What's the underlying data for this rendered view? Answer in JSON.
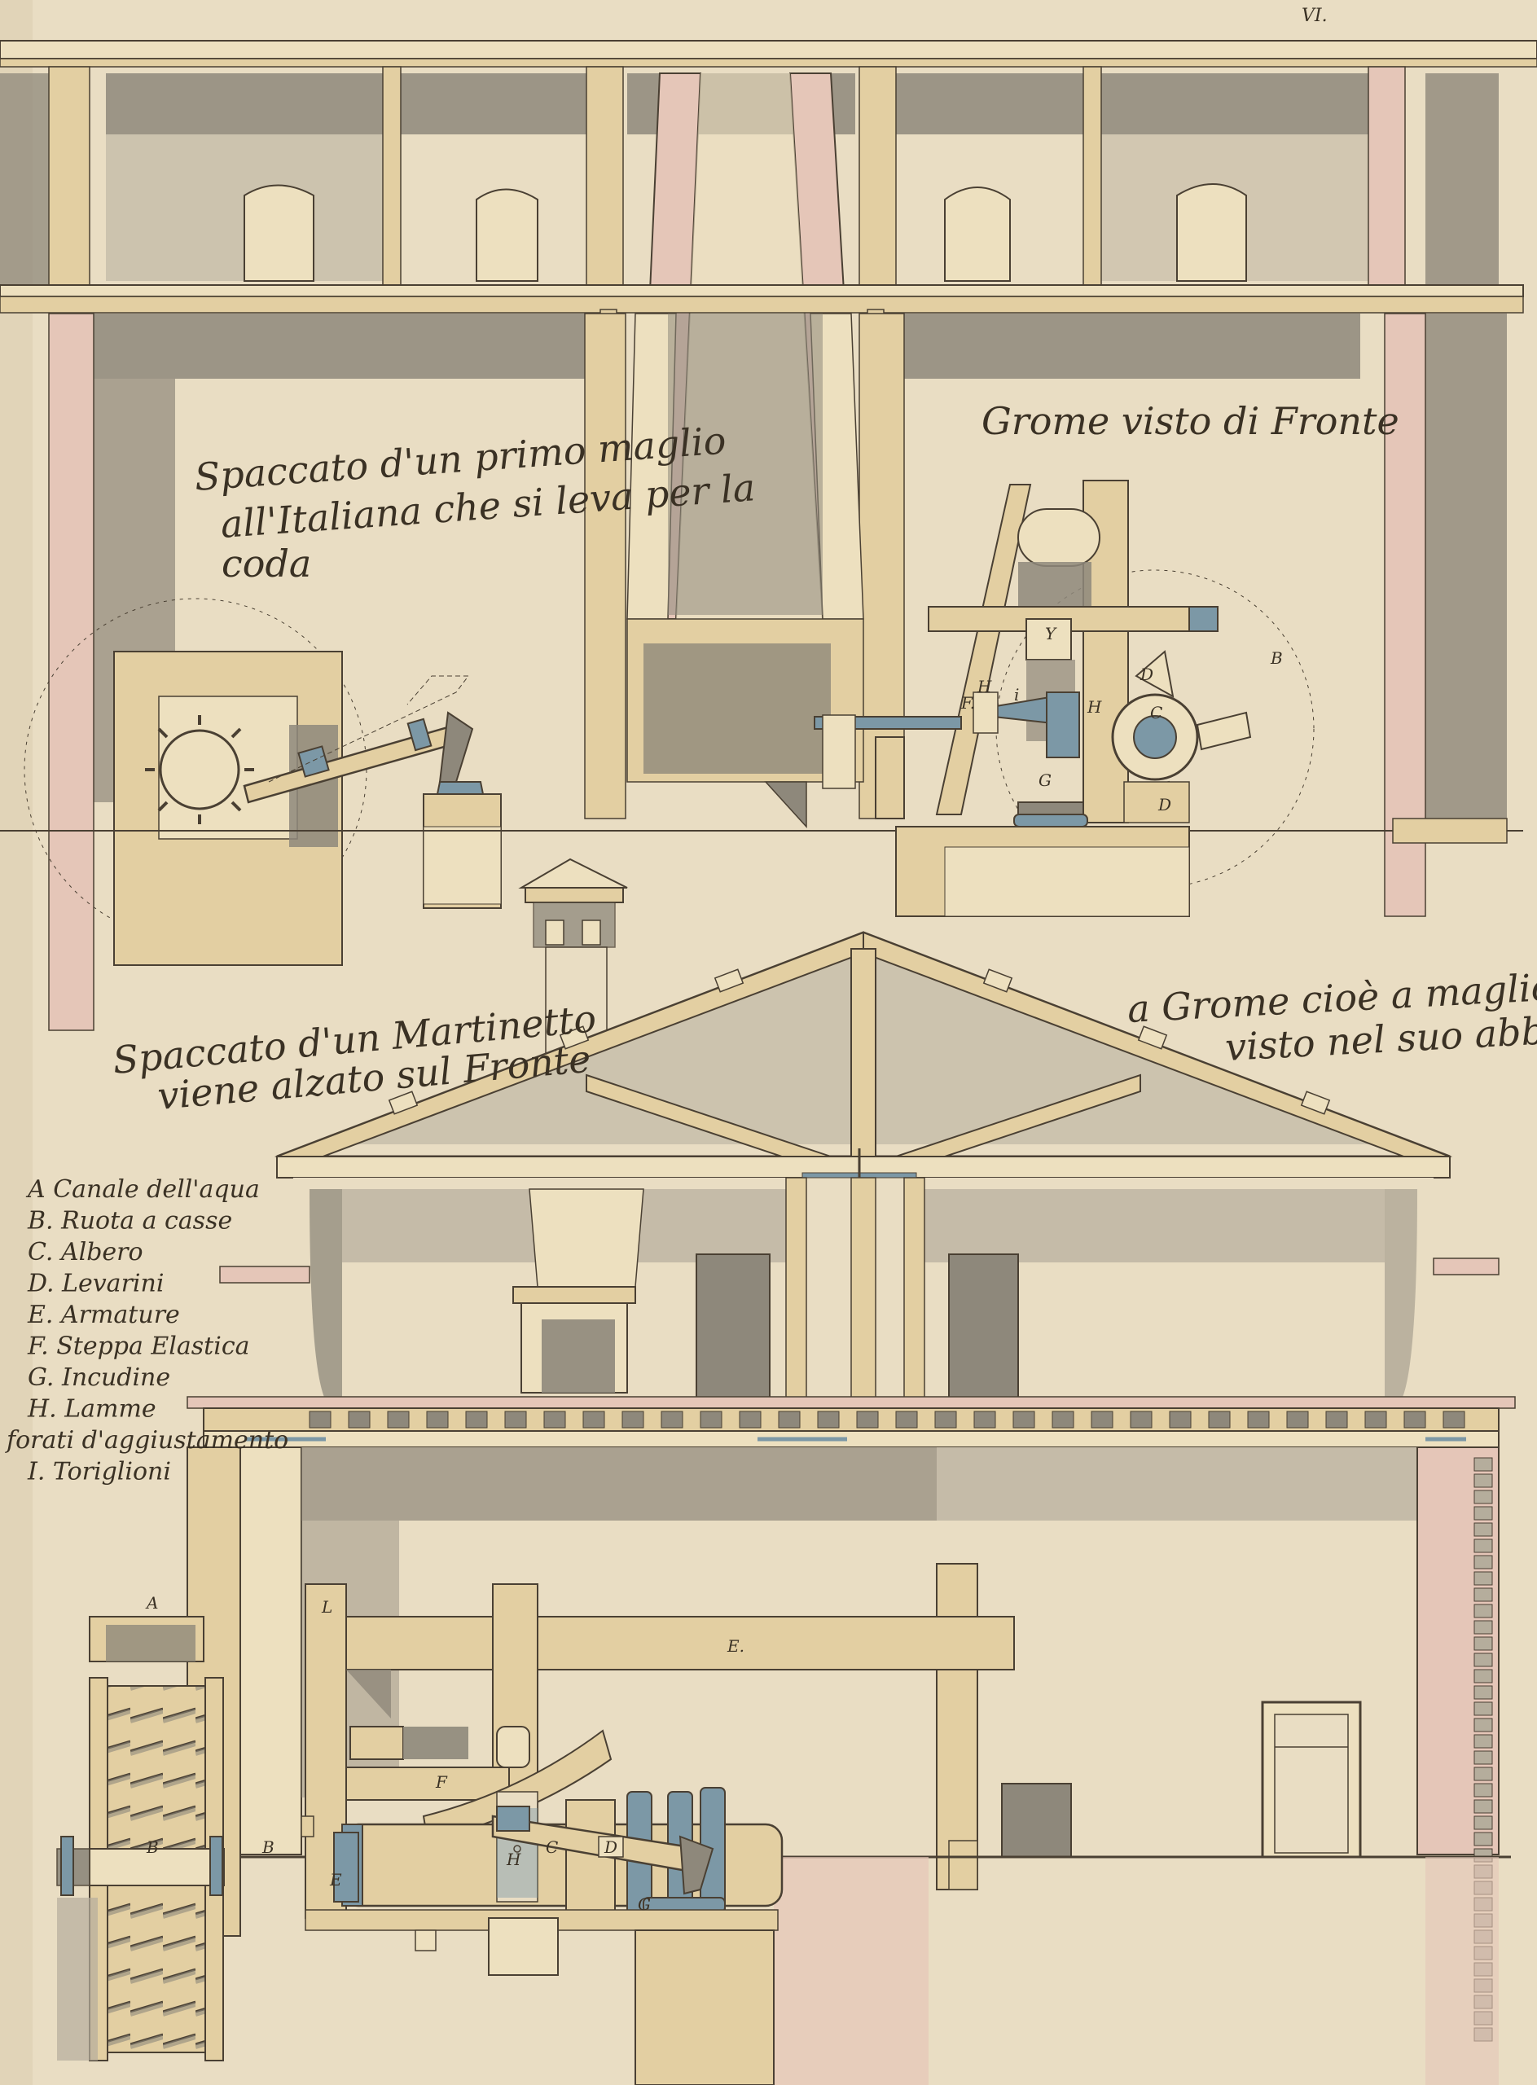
{
  "sheet": {
    "page_number": "VI.",
    "paper_color": "#e9ddc3",
    "wash_colors": {
      "wood": "#e3cfa2",
      "wood_light": "#ede0bf",
      "stone_pink": "#e5c6b8",
      "shadow": "#8e887b",
      "shadow_light": "#b5ad9c",
      "ink": "#4a4033",
      "iron_blue": "#7c98a6"
    }
  },
  "captions": {
    "top_left": {
      "line1": "Spaccato d'un primo maglio",
      "line2": "all'Italiana che si leva per la",
      "line3": "coda"
    },
    "top_right": {
      "line1": "Grome visto di Fronte"
    },
    "mid_left": {
      "line1": "Spaccato d'un Martinetto",
      "line2": "viene alzato sul Fronte"
    },
    "mid_right": {
      "line1": "a Grome cioè a maglio che",
      "line2": "visto nel suo abbassamento"
    }
  },
  "legend": [
    {
      "text": "A Canale dell'aqua"
    },
    {
      "text": "B. Ruota a casse"
    },
    {
      "text": "C. Albero"
    },
    {
      "text": "D. Levarini"
    },
    {
      "text": "E. Armature"
    },
    {
      "text": "F. Steppa Elastica"
    },
    {
      "text": "G. Incudine"
    },
    {
      "text": "H. Lamme"
    },
    {
      "text": "forati d'aggiustamento"
    },
    {
      "text": "I. Toriglioni"
    }
  ],
  "labels": {
    "top_right": {
      "F": "F.",
      "H": "H",
      "I": "i",
      "Y": "Y",
      "D1": "D",
      "D2": "D",
      "C": "C",
      "B": "B",
      "G": "G",
      "H2": "H"
    },
    "bottom": {
      "A": "A",
      "B1": "B",
      "B2": "B",
      "E1": "E",
      "E2": "E.",
      "F": "F",
      "H": "H",
      "C": "C",
      "D": "D",
      "G": "G",
      "L": "L"
    }
  }
}
